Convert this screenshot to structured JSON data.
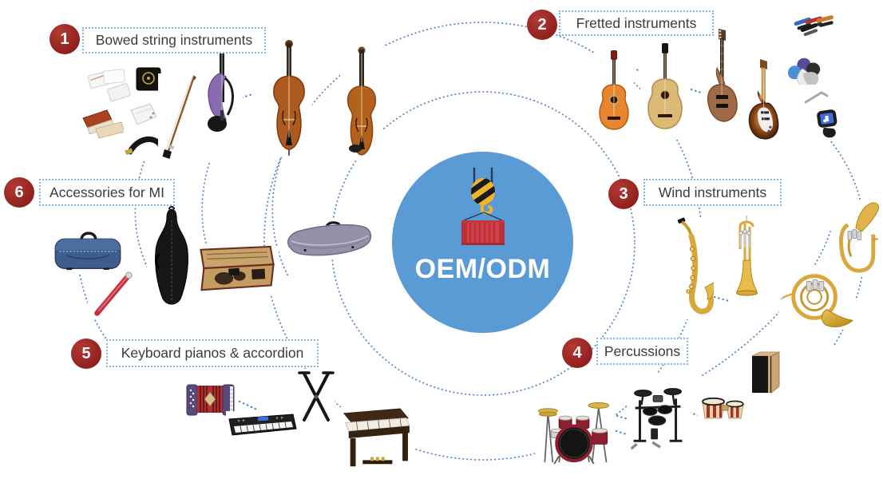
{
  "title": "OEM/ODM musical instruments categories diagram",
  "center": {
    "label": "OEM/ODM",
    "icon": "crane-hook-shipping-container-icon",
    "circle_color": "#5b9bd5",
    "text_color": "#ffffff"
  },
  "colors": {
    "badge_red": "#8e1f1c",
    "label_border_blue": "#8ab1e0",
    "dotted_arc_blue": "#4f81c7",
    "container_red": "#d6404a",
    "hook_yellow": "#f0b429"
  },
  "categories": [
    {
      "number": "1",
      "label": "Bowed string instruments",
      "items": [
        "string packets",
        "rosin box",
        "bridge blanks",
        "string set",
        "shoulder rest",
        "violin bow",
        "electric violin",
        "cello",
        "violin"
      ]
    },
    {
      "number": "2",
      "label": "Fretted instruments",
      "items": [
        "classical guitar",
        "acoustic guitar",
        "bass guitar",
        "electric guitar",
        "capos",
        "guitar picks",
        "allen wrench",
        "clip-on tuner"
      ]
    },
    {
      "number": "3",
      "label": "Wind instruments",
      "items": [
        "saxophone",
        "trumpet",
        "french horn",
        "euphonium"
      ]
    },
    {
      "number": "4",
      "label": "Percussions",
      "items": [
        "acoustic drum kit",
        "electronic drum kit",
        "bongos",
        "cajon"
      ]
    },
    {
      "number": "5",
      "label": "Keyboard pianos & accordion",
      "items": [
        "accordion",
        "electronic keyboard",
        "keyboard X-stand",
        "digital piano"
      ]
    },
    {
      "number": "6",
      "label": "Accessories for MI",
      "items": [
        "trumpet case",
        "bow tube",
        "cello gig bag",
        "open violin case",
        "violin hard case"
      ]
    }
  ]
}
